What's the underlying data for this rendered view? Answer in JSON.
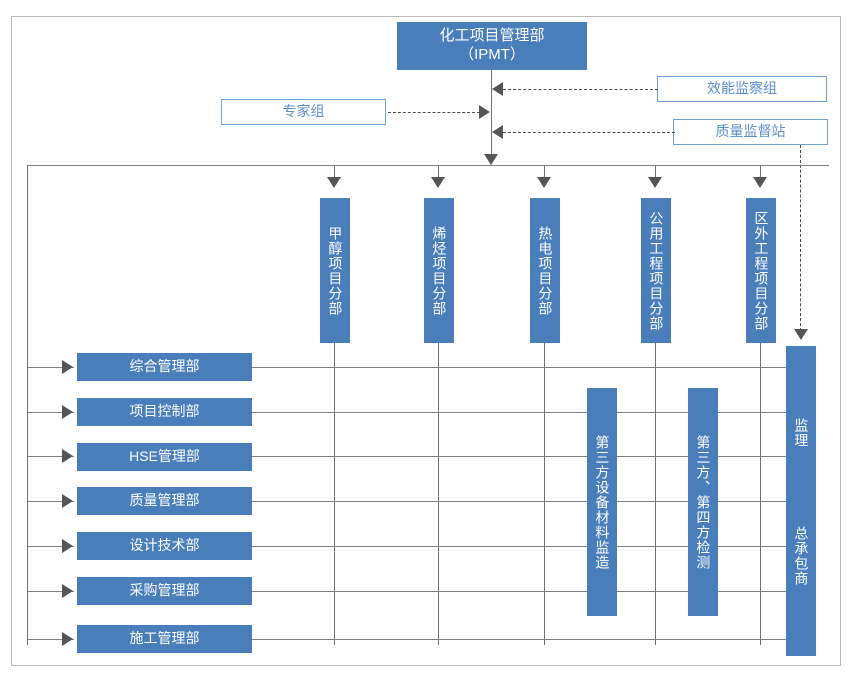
{
  "diagram": {
    "title_box": {
      "label": "化工项目管理部\n（IPMT）",
      "line1": "化工项目管理部",
      "line2": "（IPMT）"
    },
    "side_boxes": [
      {
        "id": "expert-group",
        "label": "专家组"
      },
      {
        "id": "efficiency-supervision",
        "label": "效能监察组"
      },
      {
        "id": "quality-supervision",
        "label": "质量监督站"
      }
    ],
    "project_divisions": [
      {
        "id": "methanol",
        "label": "甲醇项目分部"
      },
      {
        "id": "olefin",
        "label": "烯烃项目分部"
      },
      {
        "id": "thermal-power",
        "label": "热电项目分部"
      },
      {
        "id": "public-works",
        "label": "公用工程项目分部"
      },
      {
        "id": "offsite-works",
        "label": "区外工程项目分部"
      }
    ],
    "functional_departments": [
      {
        "id": "general-management",
        "label": "综合管理部"
      },
      {
        "id": "project-control",
        "label": "项目控制部"
      },
      {
        "id": "hse-management",
        "label": "HSE管理部"
      },
      {
        "id": "quality-management",
        "label": "质量管理部"
      },
      {
        "id": "design-technology",
        "label": "设计技术部"
      },
      {
        "id": "procurement",
        "label": "采购管理部"
      },
      {
        "id": "construction",
        "label": "施工管理部"
      }
    ],
    "third_party_boxes": [
      {
        "id": "third-party-equipment",
        "label": "第三方设备材料监造"
      },
      {
        "id": "third-fourth-party-inspection",
        "label": "第三方、第四方检测"
      }
    ],
    "contractor_column": {
      "id": "supervision-contractor",
      "upper_label": "监理",
      "lower_label": "总承包商"
    },
    "colors": {
      "fill_blue": "#4a7ebb",
      "outline_blue": "#6f9fd8",
      "outline_text_blue": "#5b8fd0",
      "line_gray": "#808080",
      "dash_dark": "#4a4a4a",
      "frame_gray": "#b9b9b9",
      "white": "#ffffff"
    }
  }
}
